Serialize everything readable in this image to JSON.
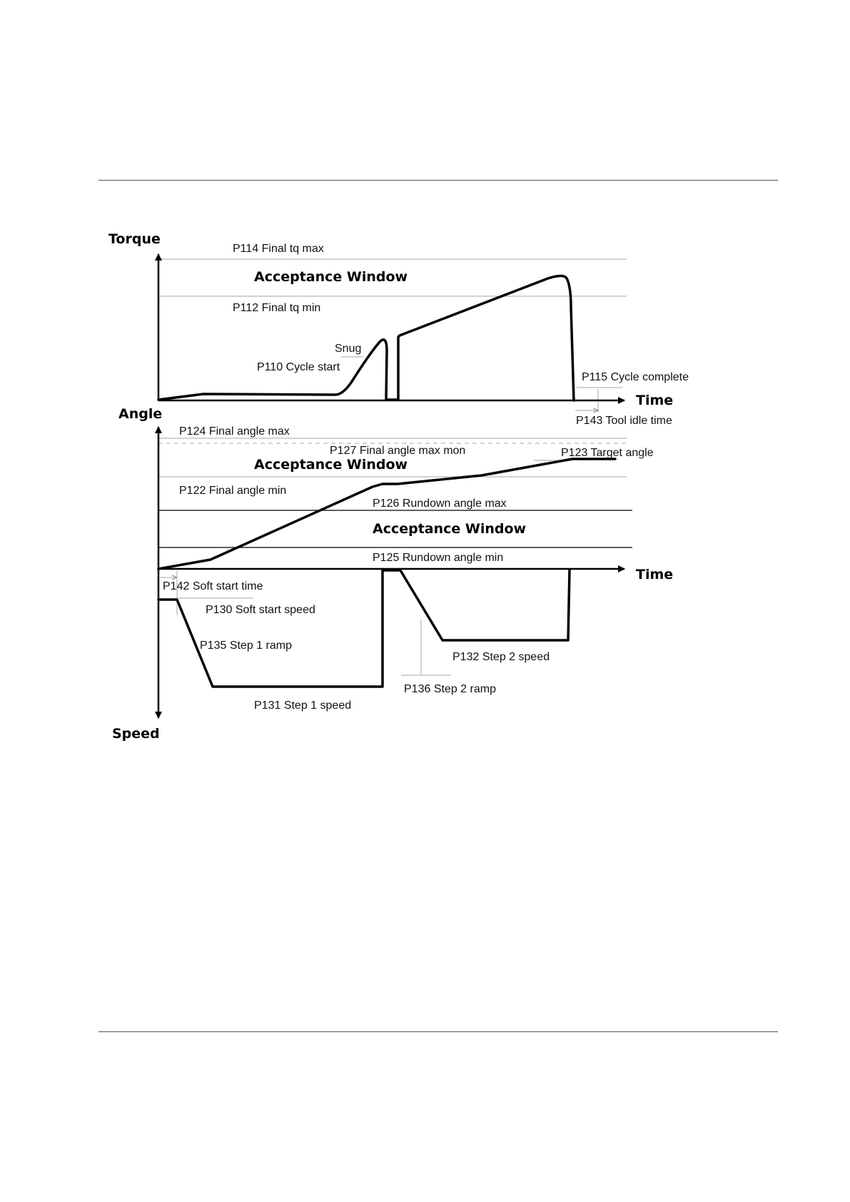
{
  "axes": {
    "torque": "Torque",
    "angle": "Angle",
    "speed": "Speed",
    "time_top": "Time",
    "time_bottom": "Time"
  },
  "torque_panel": {
    "final_tq_max": "P114 Final tq max",
    "acceptance": "Acceptance Window",
    "final_tq_min": "P112 Final tq min",
    "snug": "Snug",
    "cycle_start": "P110 Cycle start",
    "cycle_complete": "P115 Cycle complete",
    "tool_idle_time": "P143 Tool idle time"
  },
  "angle_panel": {
    "final_angle_max": "P124 Final angle max",
    "final_angle_max_mon": "P127 Final angle max mon",
    "target_angle": "P123 Target angle",
    "acceptance_upper": "Acceptance Window",
    "final_angle_min": "P122 Final angle min",
    "rundown_angle_max": "P126 Rundown angle max",
    "acceptance_lower": "Acceptance Window",
    "rundown_angle_min": "P125 Rundown angle min"
  },
  "speed_panel": {
    "soft_start_time": "P142 Soft start time",
    "soft_start_speed": "P130 Soft start speed",
    "step1_ramp": "P135 Step 1 ramp",
    "step1_speed": "P131 Step 1 speed",
    "step2_speed": "P132 Step 2 speed",
    "step2_ramp": "P136 Step 2 ramp"
  }
}
